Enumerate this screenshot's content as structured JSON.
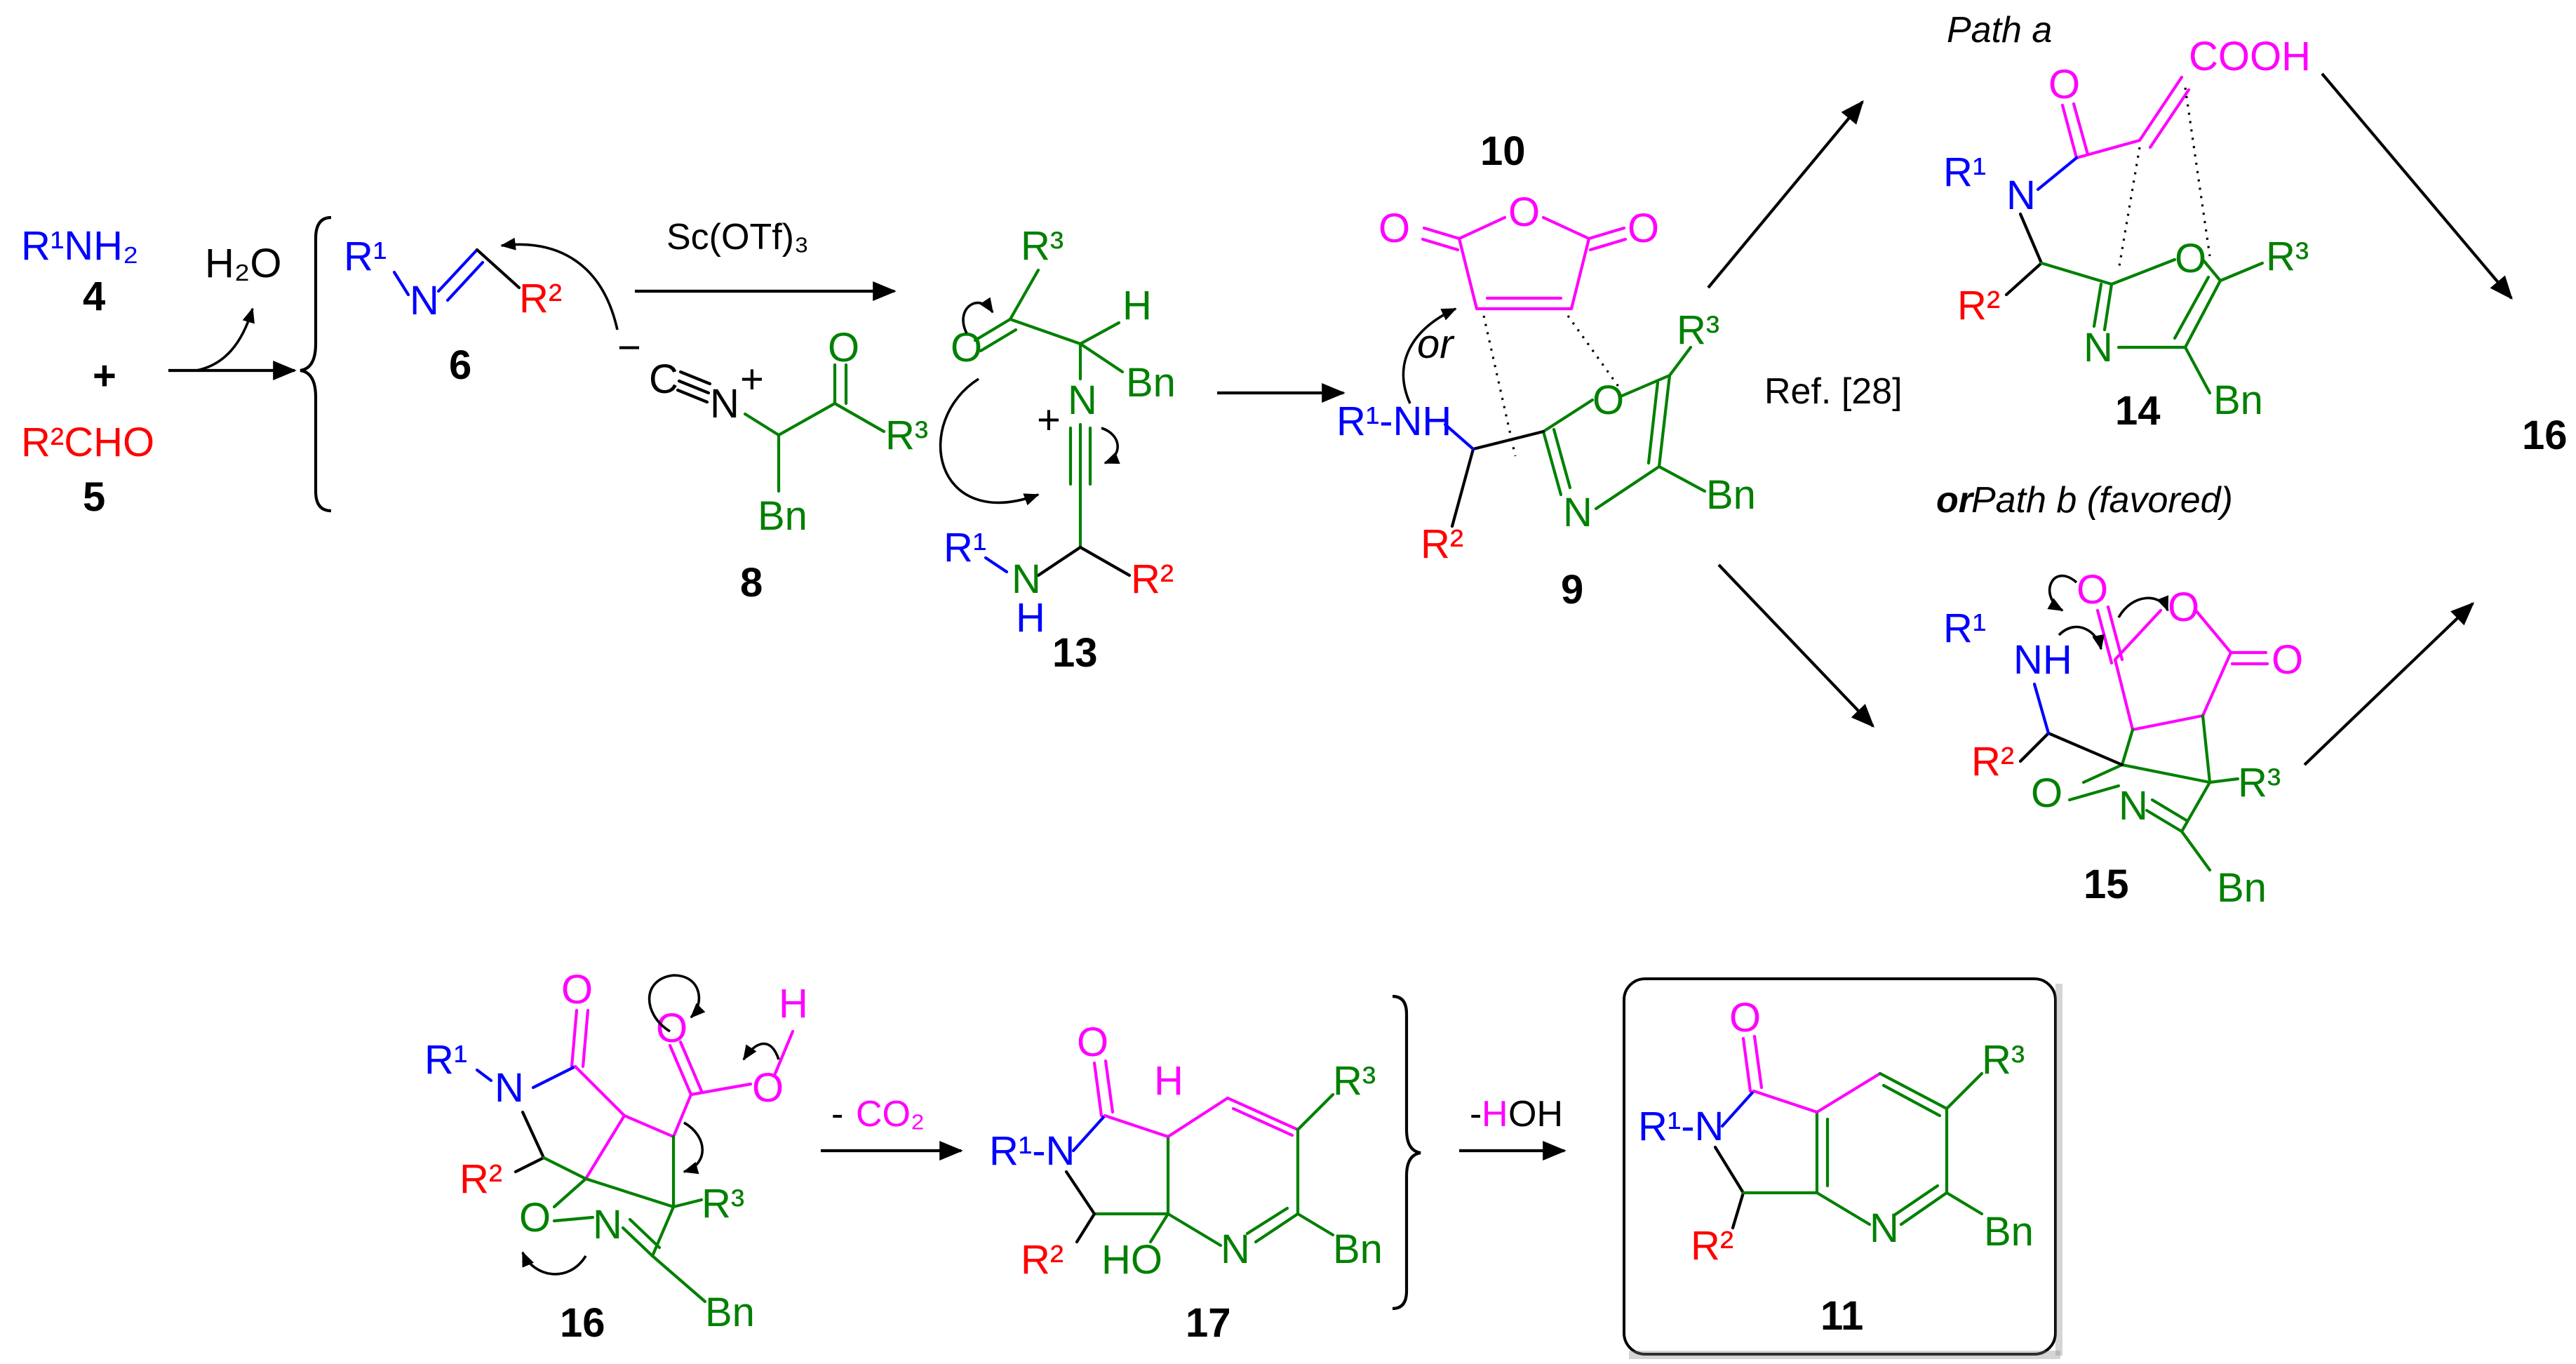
{
  "colors": {
    "r1": "#0000ff",
    "r2": "#ff0000",
    "r3": "#008000",
    "maleic": "#ff00ff",
    "ink": "#000000"
  },
  "labels": {
    "r1nh2": "R¹NH₂",
    "r2cho": "R²CHO",
    "plus": "+",
    "h2o": "H₂O",
    "sc": "Sc(OTf)₃",
    "ref": "Ref. [28]",
    "path_a": "Path a",
    "path_b_or": "or",
    "path_b": "Path b (favored)",
    "co2": "- CO₂",
    "hoh": "-HOH",
    "or_attack": "or"
  },
  "compounds": {
    "c4": "4",
    "c5": "5",
    "c6": "6",
    "c8": "8",
    "c13": "13",
    "c10": "10",
    "c9": "9",
    "c14": "14",
    "c15": "15",
    "c16_right": "16",
    "c16": "16",
    "c17": "17",
    "c11": "11"
  },
  "atoms": {
    "R1": "R¹",
    "R2": "R²",
    "R3": "R³",
    "N": "N",
    "O": "O",
    "H": "H",
    "NH": "NH",
    "Bn": "Bn",
    "COOH": "COOH",
    "HO": "HO",
    "minus": "−",
    "plus": "+",
    "C": "C",
    "R1NH": "R¹-NH",
    "R1N": "R¹-N",
    "R1_N": "R¹-N"
  }
}
